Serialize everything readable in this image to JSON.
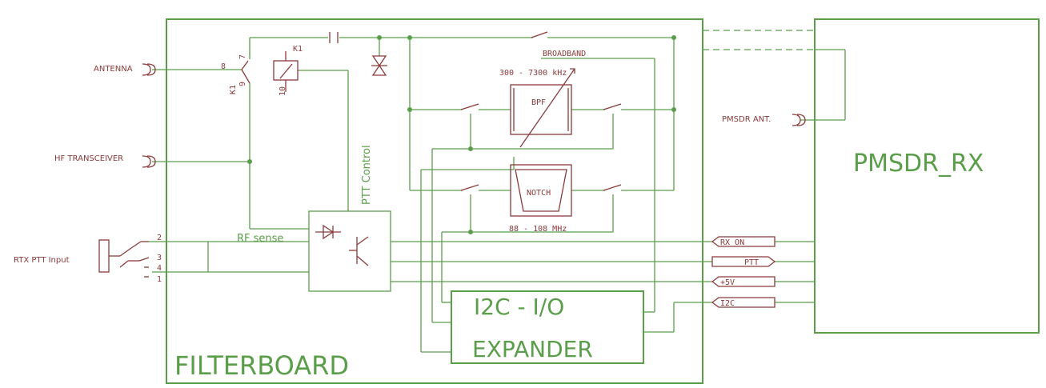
{
  "boards": {
    "filterboard": "FILTERBOARD",
    "pmsdr": "PMSDR_RX",
    "i2c_line1": "I2C - I/O",
    "i2c_line2": "EXPANDER"
  },
  "connectors": {
    "antenna": "ANTENNA",
    "hf_transceiver": "HF TRANSCEIVER",
    "rtx_ptt": "RTX PTT Input",
    "pmsdr_ant": "PMSDR ANT."
  },
  "relay": {
    "name": "K1",
    "pin8": "8",
    "pin7": "7",
    "pin9": "9",
    "pin10": "10",
    "k1_side": "K1"
  },
  "jack_pins": {
    "p2": "2",
    "p3": "3",
    "p4": "4",
    "p1": "1"
  },
  "labels": {
    "broadband": "BROADBAND",
    "bpf": "BPF",
    "bpf_range": "300 - 7300 kHz",
    "notch": "NOTCH",
    "notch_range": "88 - 108 MHz",
    "rf_sense": "RF sense",
    "ptt_control": "PTT Control"
  },
  "ports": {
    "rx_on": "RX ON",
    "ptt": "PTT",
    "v5": "+5V",
    "i2c": "I2C"
  },
  "colors": {
    "net": "#5a9e4a",
    "symbol": "#8b3a3a"
  }
}
